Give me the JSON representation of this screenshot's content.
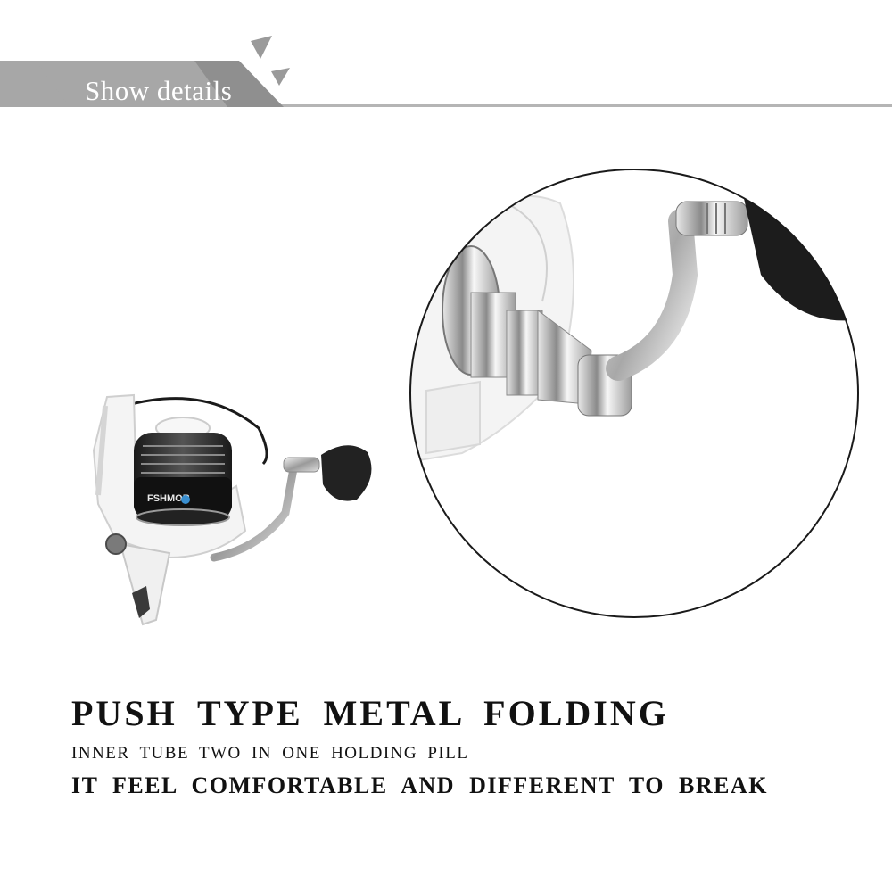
{
  "banner": {
    "title": "Show details",
    "band_color": "#a7a7a7",
    "band_dark_color": "#8f8f8f",
    "line_color": "#b5b5b5"
  },
  "product": {
    "brand_text": "FSHMOR"
  },
  "text": {
    "headline": "PUSH TYPE METAL FOLDING",
    "subline": "INNER TUBE TWO IN ONE HOLDING PILL",
    "tagline": "IT FEEL COMFORTABLE AND DIFFERENT TO BREAK"
  }
}
